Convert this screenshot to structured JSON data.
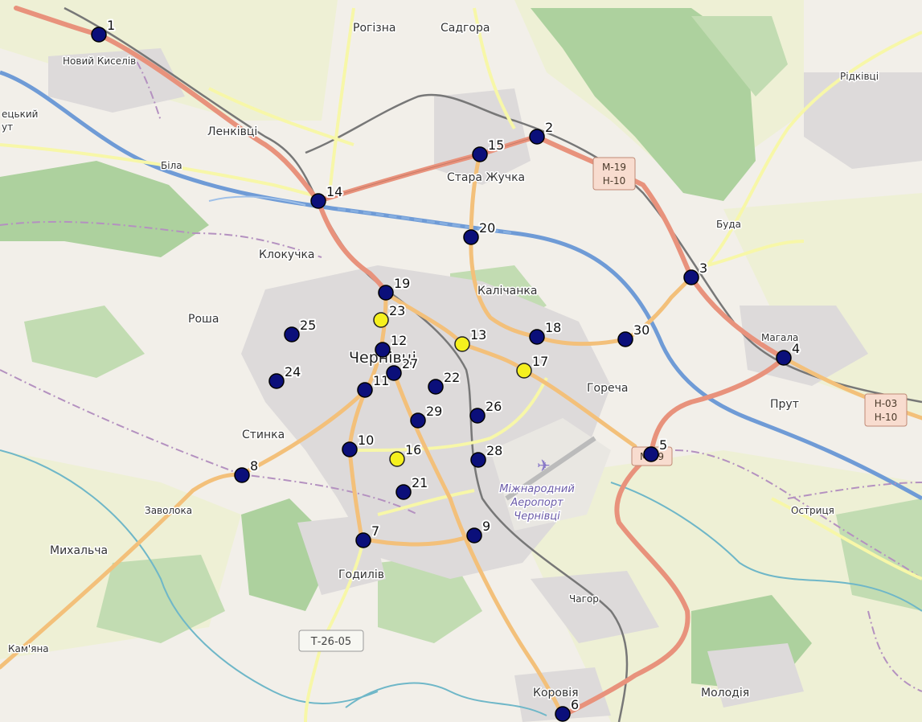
{
  "map": {
    "places": [
      {
        "id": "rogizna",
        "name": "Рогізна"
      },
      {
        "id": "sadgora",
        "name": "Садгора"
      },
      {
        "id": "noviy-kyseliv",
        "name": "Новий Киселів"
      },
      {
        "id": "ridkivtsi",
        "name": "Рідківці"
      },
      {
        "id": "tskyi-kut",
        "name": "ецький\nут"
      },
      {
        "id": "lenkivtsi",
        "name": "Ленківці"
      },
      {
        "id": "bila",
        "name": "Біла"
      },
      {
        "id": "stara-zhuchka",
        "name": "Стара Жучка"
      },
      {
        "id": "buda",
        "name": "Буда"
      },
      {
        "id": "klokuchka",
        "name": "Клокучка"
      },
      {
        "id": "kalichanka",
        "name": "Калічанка"
      },
      {
        "id": "rosha",
        "name": "Роша"
      },
      {
        "id": "chernivtsi",
        "name": "Чернівці"
      },
      {
        "id": "magala",
        "name": "Магала"
      },
      {
        "id": "horecha",
        "name": "Гореча"
      },
      {
        "id": "prut",
        "name": "Прут"
      },
      {
        "id": "stynka",
        "name": "Стинка"
      },
      {
        "id": "zavoloka",
        "name": "Заволока"
      },
      {
        "id": "mykhalcha",
        "name": "Михальча"
      },
      {
        "id": "ostrytsia",
        "name": "Остриця"
      },
      {
        "id": "hodyliv",
        "name": "Годилів"
      },
      {
        "id": "chahor",
        "name": "Чагор"
      },
      {
        "id": "kamiana",
        "name": "Кам'яна"
      },
      {
        "id": "korovia",
        "name": "Коровія"
      },
      {
        "id": "molodia",
        "name": "Молодія"
      }
    ],
    "airport_label": [
      "Міжнародний",
      "Аеропорт",
      "Чернівці"
    ],
    "shields": [
      {
        "id": "m19-h10",
        "lines": [
          "М-19",
          "Н-10"
        ]
      },
      {
        "id": "h03-h10",
        "lines": [
          "Н-03",
          "Н-10"
        ]
      },
      {
        "id": "m19-b",
        "lines": [
          "М-19"
        ]
      }
    ],
    "route_label": "Т-26-05",
    "colors": {
      "marker_blue": "#0b0f7a",
      "marker_yellow": "#f5f01e",
      "major_road": "#e8927c",
      "secondary_road": "#f3c07a",
      "tertiary_road": "#f7f7a8",
      "river": "#6f9bd6",
      "forest": "#add19e",
      "urban": "#dddada",
      "background": "#f2efe9"
    },
    "markers": [
      {
        "label": "1",
        "color": "blue"
      },
      {
        "label": "2",
        "color": "blue"
      },
      {
        "label": "3",
        "color": "blue"
      },
      {
        "label": "4",
        "color": "blue"
      },
      {
        "label": "5",
        "color": "blue"
      },
      {
        "label": "6",
        "color": "blue"
      },
      {
        "label": "7",
        "color": "blue"
      },
      {
        "label": "8",
        "color": "blue"
      },
      {
        "label": "9",
        "color": "blue"
      },
      {
        "label": "10",
        "color": "blue"
      },
      {
        "label": "11",
        "color": "blue"
      },
      {
        "label": "12",
        "color": "blue"
      },
      {
        "label": "13",
        "color": "yellow"
      },
      {
        "label": "14",
        "color": "blue"
      },
      {
        "label": "15",
        "color": "blue"
      },
      {
        "label": "16",
        "color": "yellow"
      },
      {
        "label": "17",
        "color": "yellow"
      },
      {
        "label": "18",
        "color": "blue"
      },
      {
        "label": "19",
        "color": "blue"
      },
      {
        "label": "20",
        "color": "blue"
      },
      {
        "label": "21",
        "color": "blue"
      },
      {
        "label": "22",
        "color": "blue"
      },
      {
        "label": "23",
        "color": "yellow"
      },
      {
        "label": "24",
        "color": "blue"
      },
      {
        "label": "25",
        "color": "blue"
      },
      {
        "label": "26",
        "color": "blue"
      },
      {
        "label": "27",
        "color": "blue"
      },
      {
        "label": "28",
        "color": "blue"
      },
      {
        "label": "29",
        "color": "blue"
      },
      {
        "label": "30",
        "color": "blue"
      }
    ]
  }
}
